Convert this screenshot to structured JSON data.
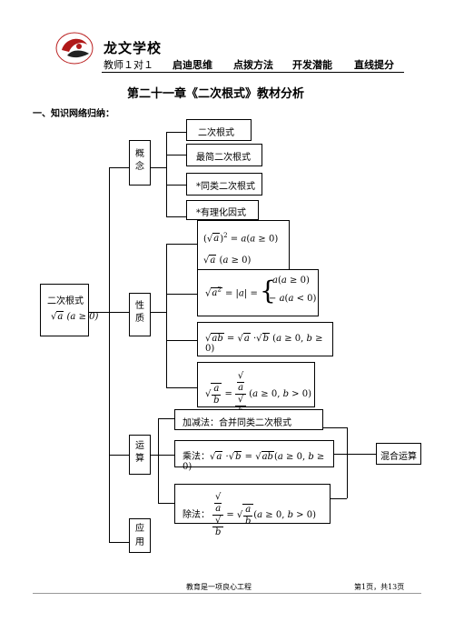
{
  "header": {
    "school": "龙文学校",
    "sub_left": "教师１对１",
    "slogans": [
      "启迪思维",
      "点拨方法",
      "开发潜能",
      "直线提分"
    ]
  },
  "title": "第二十一章《二次根式》教材分析",
  "section": "一、知识网络归纳：",
  "nodes": {
    "root": "二次根式",
    "root_cond": "(a ≥ 0)",
    "concept": "概念",
    "property": "性质",
    "operation": "运算",
    "application": "应用",
    "concept_items": [
      "二次根式",
      "最简二次根式",
      "*同类二次根式",
      "*有理化因式"
    ],
    "add_sub": "加减法：合并同类二次根式",
    "mult_label": "乘法：",
    "div_label": "除法：",
    "mixed": "混合运算"
  },
  "formulas": {
    "p1a": "(√a)² = a(a ≥ 0)",
    "p1b": "√a (a ≥ 0)",
    "p2": "√a² = |a| = { a(a ≥ 0); −a(a < 0) }",
    "p3": "√ab = √a · √b (a ≥ 0, b ≥ 0)",
    "p4": "√(a/b) = √a/√b (a ≥ 0, b > 0)",
    "mult": "√a · √b = √ab (a ≥ 0, b ≥ 0)",
    "div": "√a/√b = √(a/b) (a ≥ 0, b > 0)"
  },
  "footer": {
    "center": "教育是一项良心工程",
    "right": "第1页，共13页"
  }
}
